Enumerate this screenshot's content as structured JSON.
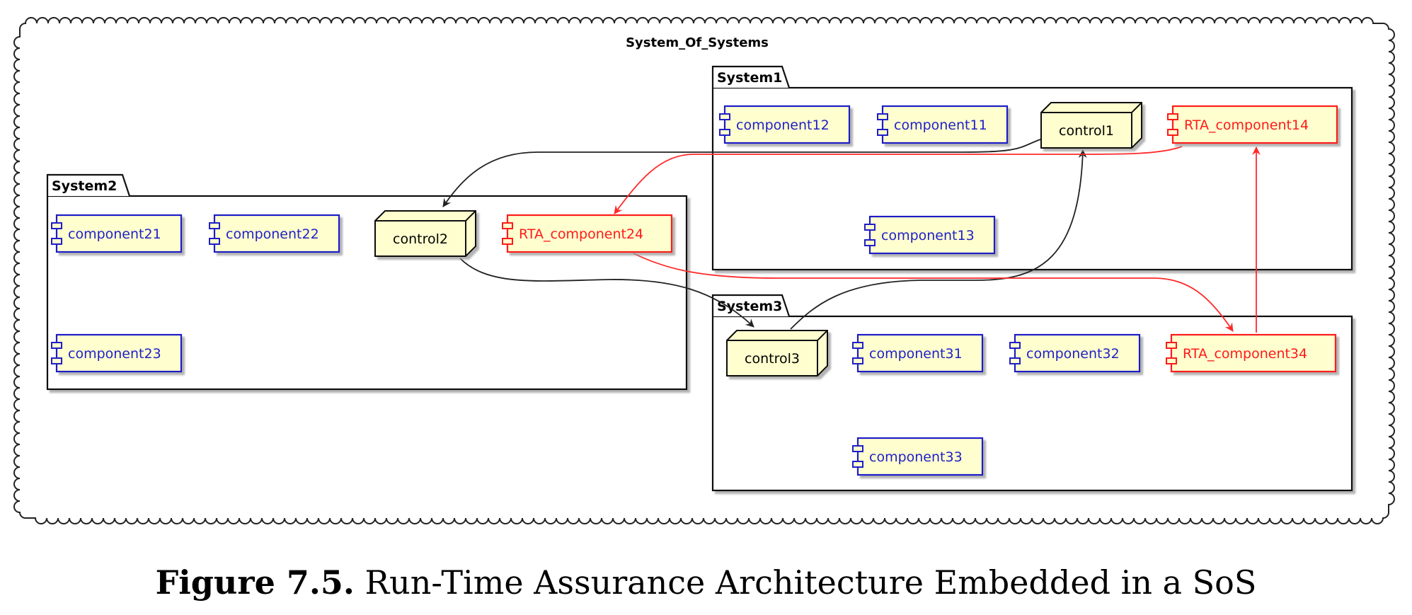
{
  "diagram": {
    "title": "System_Of_Systems",
    "colors": {
      "normal_border": "#1f1fc9",
      "normal_text": "#1f1fc9",
      "rta": "#ff1a1a",
      "fill": "#fefece",
      "edge": "#222222",
      "rta_edge": "#ff2a2a"
    },
    "packages": [
      {
        "id": "system1",
        "name": "System1"
      },
      {
        "id": "system2",
        "name": "System2"
      },
      {
        "id": "system3",
        "name": "System3"
      }
    ],
    "components": [
      {
        "id": "component12",
        "label": "component12",
        "kind": "component",
        "package": "system1"
      },
      {
        "id": "component11",
        "label": "component11",
        "kind": "component",
        "package": "system1"
      },
      {
        "id": "control1",
        "label": "control1",
        "kind": "node",
        "package": "system1"
      },
      {
        "id": "rta14",
        "label": "RTA_component14",
        "kind": "rta",
        "package": "system1"
      },
      {
        "id": "component13",
        "label": "component13",
        "kind": "component",
        "package": "system1"
      },
      {
        "id": "component21",
        "label": "component21",
        "kind": "component",
        "package": "system2"
      },
      {
        "id": "component22",
        "label": "component22",
        "kind": "component",
        "package": "system2"
      },
      {
        "id": "control2",
        "label": "control2",
        "kind": "node",
        "package": "system2"
      },
      {
        "id": "rta24",
        "label": "RTA_component24",
        "kind": "rta",
        "package": "system2"
      },
      {
        "id": "component23",
        "label": "component23",
        "kind": "component",
        "package": "system2"
      },
      {
        "id": "control3",
        "label": "control3",
        "kind": "node",
        "package": "system3"
      },
      {
        "id": "component31",
        "label": "component31",
        "kind": "component",
        "package": "system3"
      },
      {
        "id": "component32",
        "label": "component32",
        "kind": "component",
        "package": "system3"
      },
      {
        "id": "rta34",
        "label": "RTA_component34",
        "kind": "rta",
        "package": "system3"
      },
      {
        "id": "component33",
        "label": "component33",
        "kind": "component",
        "package": "system3"
      }
    ],
    "edges": [
      {
        "id": "control1-to-control2",
        "from": "control1",
        "to": "control2",
        "kind": "control"
      },
      {
        "id": "control2-to-control3",
        "from": "control2",
        "to": "control3",
        "kind": "control"
      },
      {
        "id": "control3-to-control1",
        "from": "control3",
        "to": "control1",
        "kind": "control"
      },
      {
        "id": "rta14-to-rta24",
        "from": "rta14",
        "to": "rta24",
        "kind": "rta"
      },
      {
        "id": "rta24-to-rta34",
        "from": "rta24",
        "to": "rta34",
        "kind": "rta"
      },
      {
        "id": "rta34-to-rta14",
        "from": "rta34",
        "to": "rta14",
        "kind": "rta"
      }
    ]
  },
  "caption": {
    "label": "Figure 7.5.",
    "text": "Run-Time Assurance Architecture Embedded in a SoS"
  }
}
